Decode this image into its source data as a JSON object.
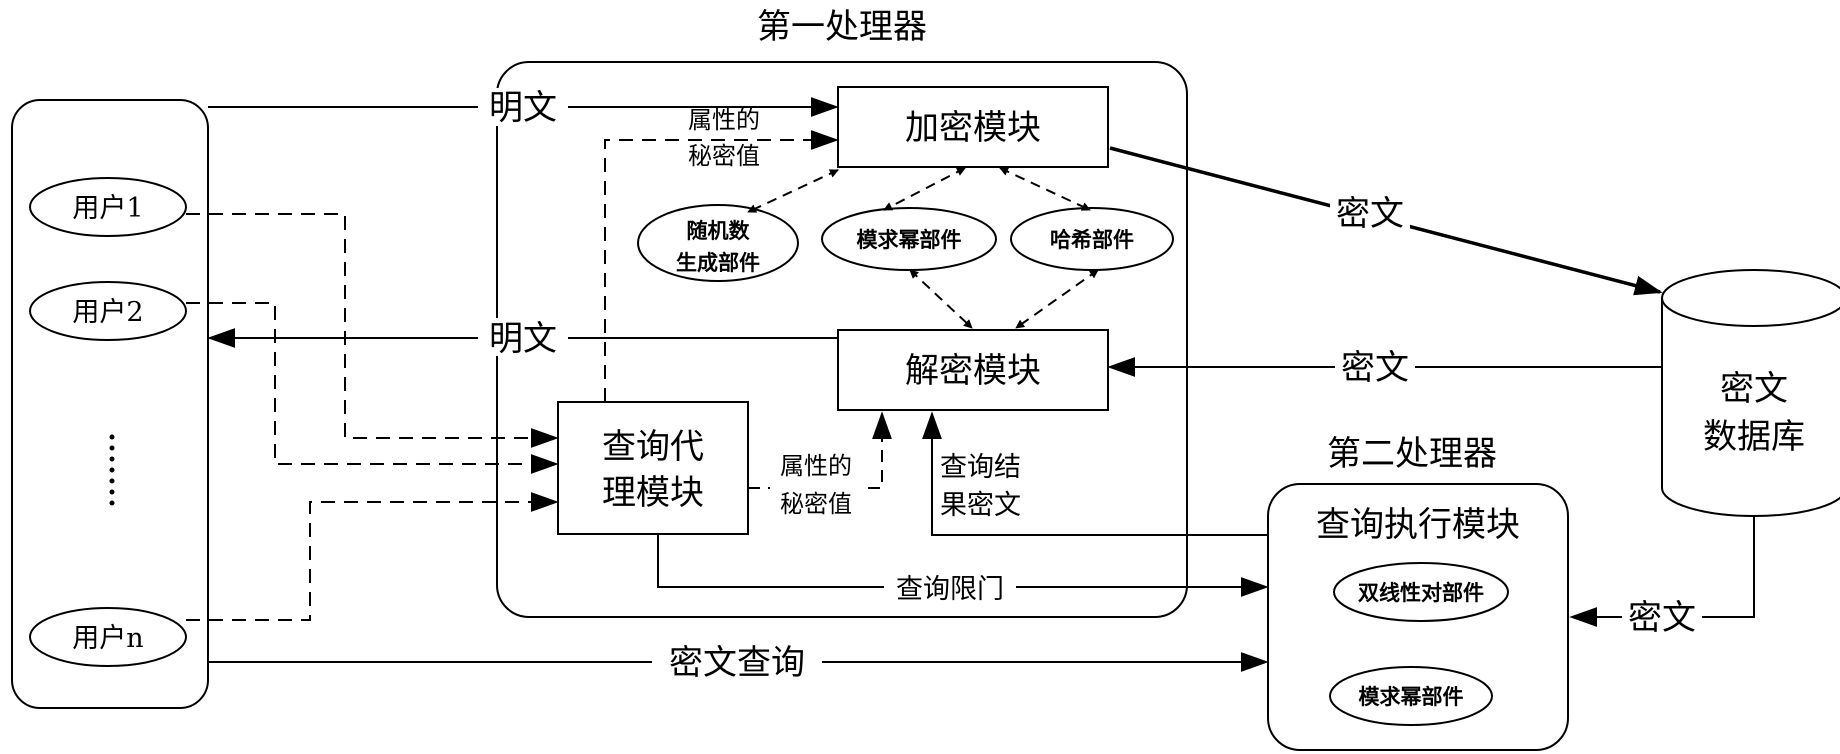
{
  "processor1": {
    "title": "第一处理器"
  },
  "processor2": {
    "title": "第二处理器",
    "exec_module": "查询执行模块"
  },
  "users": {
    "u1": "用户1",
    "u2": "用户2",
    "ellipsis": "⋮",
    "un": "用户n"
  },
  "modules": {
    "encrypt": "加密模块",
    "decrypt": "解密模块",
    "proxy_line1": "查询代",
    "proxy_line2": "理模块"
  },
  "components": {
    "rng_line1": "随机数",
    "rng_line2": "生成部件",
    "modexp": "模求幂部件",
    "hash": "哈希部件",
    "bilinear": "双线性对部件",
    "modexp2": "模求幂部件"
  },
  "database": {
    "line1": "密文",
    "line2": "数据库"
  },
  "edge_labels": {
    "plaintext_top": "明文",
    "plaintext_mid": "明文",
    "attr_secret_top_1": "属性的",
    "attr_secret_top_2": "秘密值",
    "attr_secret_mid_1": "属性的",
    "attr_secret_mid_2": "秘密值",
    "ciphertext_to_db": "密文",
    "ciphertext_from_db": "密文",
    "ciphertext_db_exec": "密文",
    "query_result_1": "查询结",
    "query_result_2": "果密文",
    "query_trapdoor": "查询限门",
    "ciphertext_query": "密文查询"
  }
}
